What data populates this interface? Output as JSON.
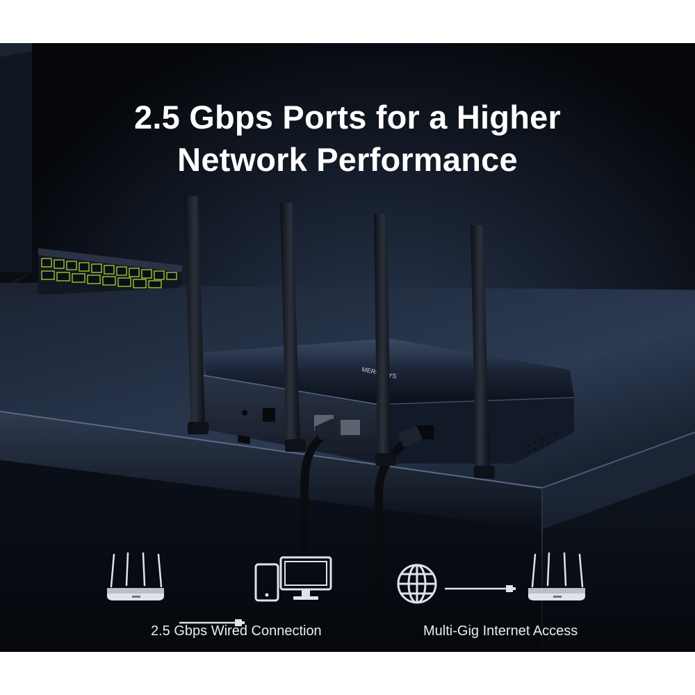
{
  "headline": {
    "line1": "2.5 Gbps Ports for a Higher",
    "line2": "Network Performance"
  },
  "product": {
    "brand_text": "MERCUSYS"
  },
  "features": [
    {
      "caption": "2.5 Gbps Wired Connection",
      "icons": [
        "router-icon",
        "cable-icon",
        "phone-icon",
        "monitor-icon"
      ]
    },
    {
      "caption": "Multi-Gig Internet Access",
      "icons": [
        "globe-icon",
        "cable-icon",
        "router-icon"
      ]
    }
  ],
  "colors": {
    "background": "#05070b",
    "text": "#ffffff",
    "caption": "#e8ebef",
    "keyboard_accent": "#b7e23a"
  }
}
